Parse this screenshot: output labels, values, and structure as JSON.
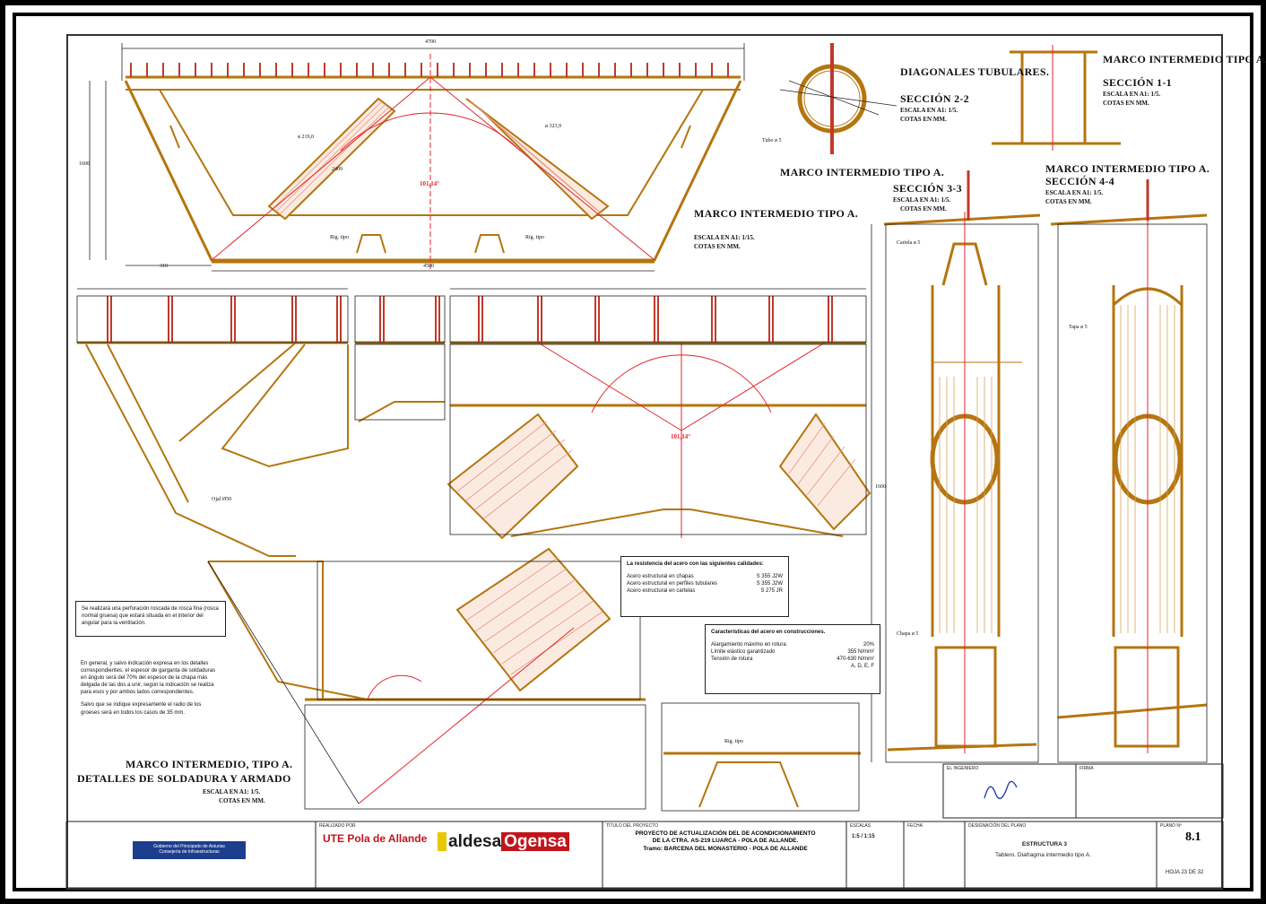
{
  "drawing": {
    "views": {
      "main_frame": {
        "title": "MARCO INTERMEDIO TIPO A.",
        "scale": "ESCALA EN A1: 1/15.",
        "units": "COTAS EN MM."
      },
      "section_2_2": {
        "title_1": "DIAGONALES TUBULARES.",
        "title_2": "SECCIÓN 2-2",
        "scale": "ESCALA EN A1: 1/5.",
        "units": "COTAS EN MM."
      },
      "section_1_1": {
        "title_1": "MARCO INTERMEDIO TIPO A.",
        "title_2": "SECCIÓN 1-1",
        "scale": "ESCALA EN A1: 1/5.",
        "units": "COTAS EN MM."
      },
      "section_3_3": {
        "title_1": "MARCO INTERMEDIO TIPO A.",
        "title_2": "SECCIÓN 3-3",
        "scale": "ESCALA EN A1: 1/5.",
        "units": "COTAS EN MM."
      },
      "section_4_4": {
        "title_1": "MARCO INTERMEDIO TIPO A.",
        "title_2": "SECCIÓN 4-4",
        "scale": "ESCALA EN A1: 1/5.",
        "units": "COTAS EN MM."
      },
      "details": {
        "title_1": "MARCO INTERMEDIO, TIPO A.",
        "title_2": "DETALLES DE SOLDADURA Y ARMADO",
        "scale": "ESCALA EN A1: 1/5.",
        "units": "COTAS EN MM."
      }
    },
    "annotations": {
      "angle_center": "101,14°",
      "angle_detail": "101,14°",
      "tube_dia": "ø 219,0",
      "tube_dia_2": "ø 323,9",
      "diag_length": "2409",
      "rigid_1": "Rig. tipo",
      "rigid_2": "Rig. tipo",
      "span_label": "4500",
      "top_width": "4700",
      "height_label": "1600",
      "dim_310": "310",
      "dim_1600": "1600",
      "tubo": "Tubo ø 5",
      "chapa": "Chapa ø 5",
      "cartela": "Cartela ø 5",
      "tapa": "Tapa ø 5",
      "ojal": "Ojal Ø50",
      "rig_tipo_sec": "Rig. tipo"
    },
    "notes": {
      "note_1": "Se realizará una perforación roscada de rosca fina (rosca normal gruesa) que estará situada en el interior del angular para la ventilación.",
      "note_2": "En general, y salvo indicación expresa en los detalles correspondientes, el espesor de garganta de soldaduras en ángulo será del 70% del espesor de la chapa más delgada de las dos a unir, según la indicación se realiza para esos y por ambos lados correspondientes.",
      "note_3": "Salvo que se indique expresamente el radio de los groeses será en todos los casos de 35 mm."
    },
    "steel_table": {
      "title": "La resistencia del acero con las siguientes calidades:",
      "rows": [
        {
          "label": "Acero estructural en chapas",
          "value": "S 355 J2W"
        },
        {
          "label": "Acero estructural en perfiles tubulares",
          "value": "S 355 J2W"
        },
        {
          "label": "Acero estructural en cartelas",
          "value": "S 275 JR"
        }
      ]
    },
    "characteristics_table": {
      "title": "Características del acero en construcciones.",
      "rows": [
        {
          "label": "Alargamiento máximo en rotura",
          "value": "20%"
        },
        {
          "label": "Límite elástico garantizado",
          "value": "355 N/mm²"
        },
        {
          "label": "Tensión de rotura",
          "value": "470-630 N/mm²"
        },
        {
          "label": "",
          "value": "A, D, E, F"
        }
      ]
    }
  },
  "title_block": {
    "client_logo_text": "Gobierno del Principado de Asturias",
    "client_sub": "Consejería de Infraestructuras",
    "contractor_label": "REALIZADO POR",
    "ute": "UTE Pola de Allande",
    "aldesa": "aldesa",
    "ogensa": "Ogensa",
    "project_label": "TÍTULO DEL PROYECTO",
    "project_line_1": "PROYECTO DE ACTUALIZACIÓN DEL DE ACONDICIONAMIENTO",
    "project_line_2": "DE LA CTRA. AS-219 LUARCA - POLA DE ALLANDE.",
    "project_line_3": "Tramo: BARCENA DEL MONASTERIO - POLA DE ALLANDE",
    "scale_label": "ESCALAS",
    "scale_value": "1:5 / 1:15",
    "date_label": "FECHA",
    "drawing_title_label": "DESIGNACIÓN DEL PLANO",
    "drawing_title_1": "ESTRUCTURA 3",
    "drawing_title_2": "Tablero. Diafragma intermedio tipo A.",
    "sheet_label": "PLANO Nº",
    "sheet_no": "8.1",
    "sheet_code": "HOJA 23 DE 32",
    "signature_label_1": "EL INGENIERO",
    "signature_label_2": "FIRMA"
  }
}
